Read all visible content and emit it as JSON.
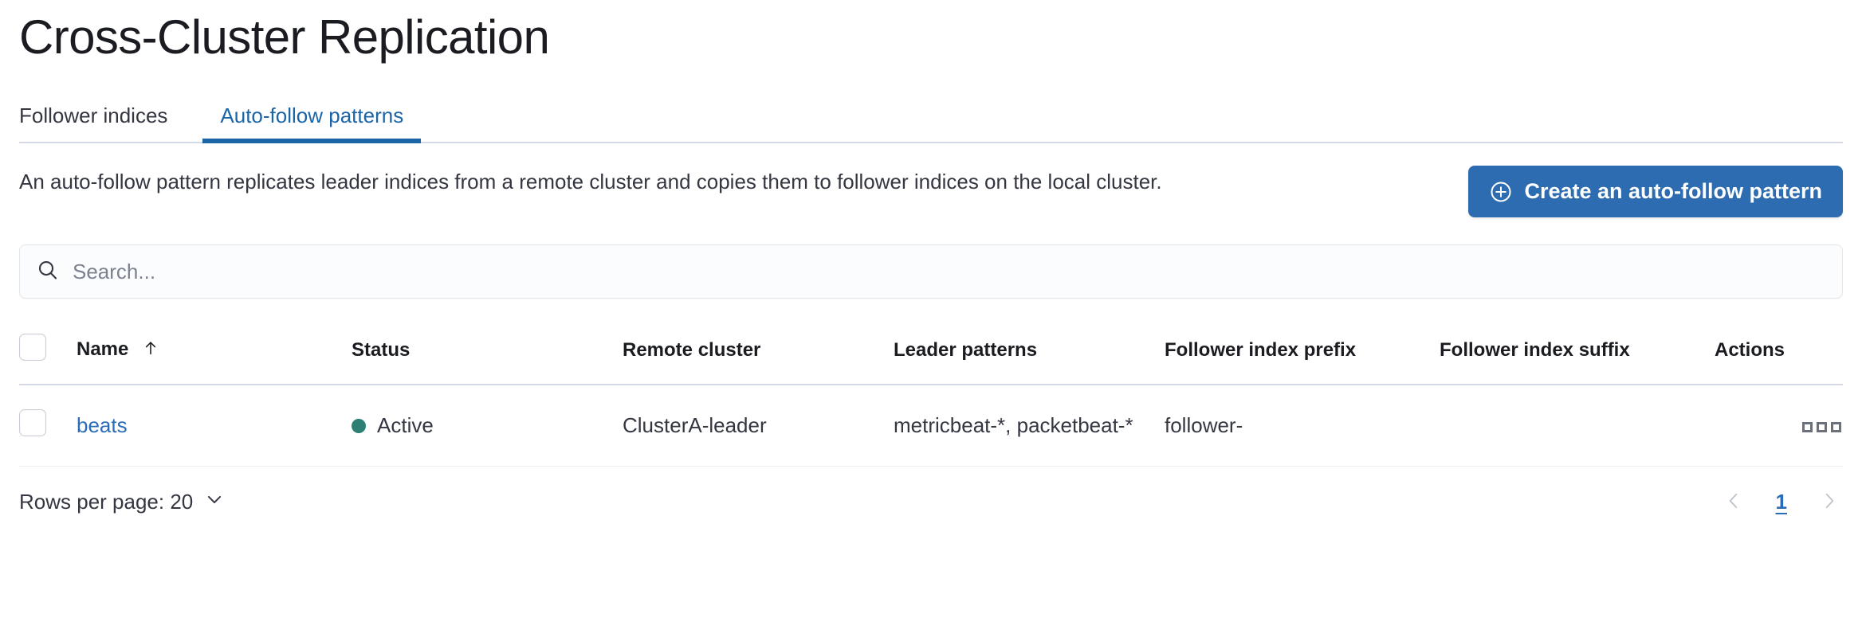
{
  "header": {
    "title": "Cross-Cluster Replication"
  },
  "tabs": [
    {
      "label": "Follower indices",
      "active": false
    },
    {
      "label": "Auto-follow patterns",
      "active": true
    }
  ],
  "intro": {
    "description": "An auto-follow pattern replicates leader indices from a remote cluster and copies them to follower indices on the local cluster.",
    "create_button_label": "Create an auto-follow pattern",
    "create_button_icon": "plus-in-circle-icon"
  },
  "search": {
    "placeholder": "Search...",
    "value": "",
    "icon": "search-icon"
  },
  "table": {
    "columns": [
      "Name",
      "Status",
      "Remote cluster",
      "Leader patterns",
      "Follower index prefix",
      "Follower index suffix",
      "Actions"
    ],
    "sorted_column": "Name",
    "sort_direction_icon": "arrow-up-icon",
    "rows": [
      {
        "name": "beats",
        "status": "Active",
        "status_color": "#2D7E73",
        "remote_cluster": "ClusterA-leader",
        "leader_patterns": "metricbeat-*, packetbeat-*",
        "follower_index_prefix": "follower-",
        "follower_index_suffix": "",
        "actions_icon": "more-actions-icon"
      }
    ]
  },
  "footer": {
    "rows_per_page_label": "Rows per page: 20",
    "rows_per_page_icon": "chevron-down-icon",
    "prev_icon": "chevron-left-icon",
    "next_icon": "chevron-right-icon",
    "current_page": "1"
  },
  "colors": {
    "primary_blue": "#2D6CB0",
    "link_blue": "#2B6CB8",
    "tab_active_blue": "#1B64A6",
    "status_green": "#2D7E73"
  }
}
